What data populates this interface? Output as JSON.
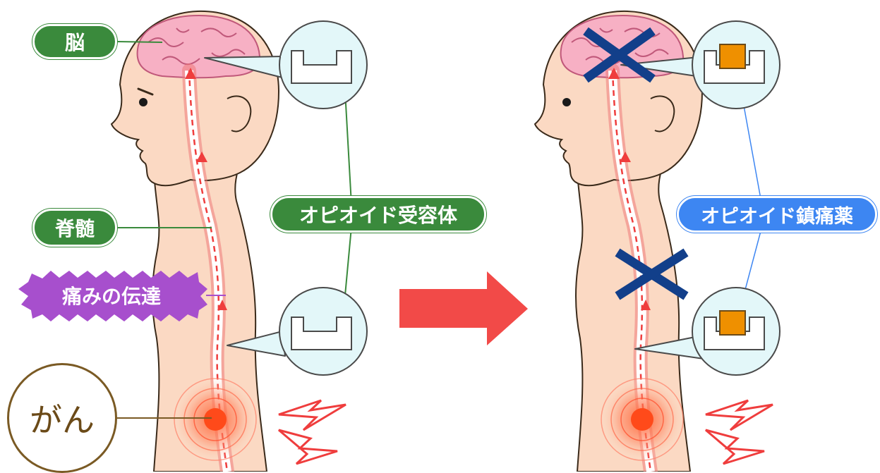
{
  "labels": {
    "brain": "脳",
    "spine": "脊髄",
    "pain_transmission": "痛みの伝達",
    "opioid_receptor": "オピオイド受容体",
    "opioid_analgesic": "オピオイド鎮痛薬",
    "cancer": "がん"
  },
  "colors": {
    "green_label": "#3a8a3c",
    "blue_label": "#3d86f2",
    "purple_label": "#a74fcd",
    "skin": "#fbd9c3",
    "brain": "#f7b0c4",
    "magnifier": "#e3f7f9",
    "drug": "#ef9000",
    "arrow": "#f24a48",
    "block_cross": "#123f8a",
    "pain_signal": "#ef3d3d",
    "tumor": "#ff4a1a"
  },
  "icons": [
    "cross-block-icon",
    "lightning-pain-icon",
    "arrow-right-icon",
    "receptor-icon",
    "analgesic-drug-icon"
  ]
}
